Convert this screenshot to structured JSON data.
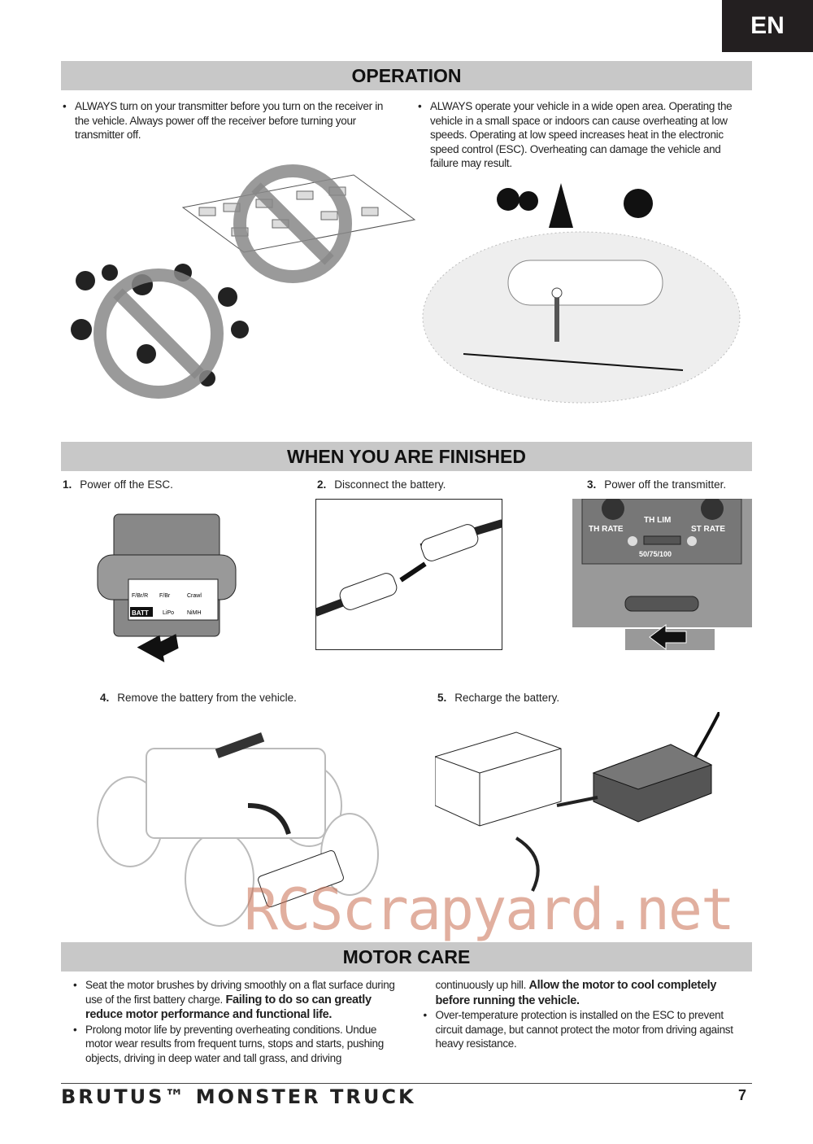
{
  "lang_tab": "EN",
  "operation": {
    "title": "OPERATION",
    "bullets": [
      "ALWAYS turn on your transmitter before you turn on the receiver in the vehicle. Always power off the receiver before turning your transmitter off.",
      "ALWAYS operate your vehicle in a wide open area. Operating the vehicle in a small space or indoors can cause overheating at low speeds. Operating at low speed increases heat in the electronic speed control (ESC). Overheating can damage the vehicle and failure may result."
    ]
  },
  "finished": {
    "title": "WHEN YOU ARE FINISHED",
    "steps": [
      {
        "num": "1.",
        "text": "Power off the ESC."
      },
      {
        "num": "2.",
        "text": "Disconnect the battery."
      },
      {
        "num": "3.",
        "text": "Power off the transmitter."
      },
      {
        "num": "4.",
        "text": "Remove the battery from the vehicle."
      },
      {
        "num": "5.",
        "text": "Recharge the battery."
      }
    ],
    "esc_labels": [
      "F/Br/R",
      "F/Br",
      "Crawl",
      "LiPo",
      "NiMH",
      "BATT"
    ],
    "tx_labels": {
      "th_rate": "TH RATE",
      "th_lim": "TH LIM",
      "st_rate": "ST RATE",
      "lim_values": "50/75/100"
    }
  },
  "motor_care": {
    "title": "MOTOR CARE",
    "b1_plain": "Seat the motor brushes by driving smoothly on a flat surface during use of the first battery charge. ",
    "b1_bold": "Failing to do so can greatly reduce motor performance and functional life.",
    "b2_plain": "Prolong motor life by preventing overheating conditions. Undue motor wear results from frequent turns, stops and starts, pushing objects, driving in deep water and tall grass, and driving continuously up hill. ",
    "b2_bold": "Allow the motor to cool completely before running the vehicle.",
    "b3": "Over-temperature protection is installed on the ESC to prevent circuit damage, but cannot protect the motor from driving against heavy resistance."
  },
  "footer": {
    "brand": "BRUTUS™ MONSTER TRUCK",
    "page": "7"
  },
  "watermark": "RCScrapyard.net"
}
